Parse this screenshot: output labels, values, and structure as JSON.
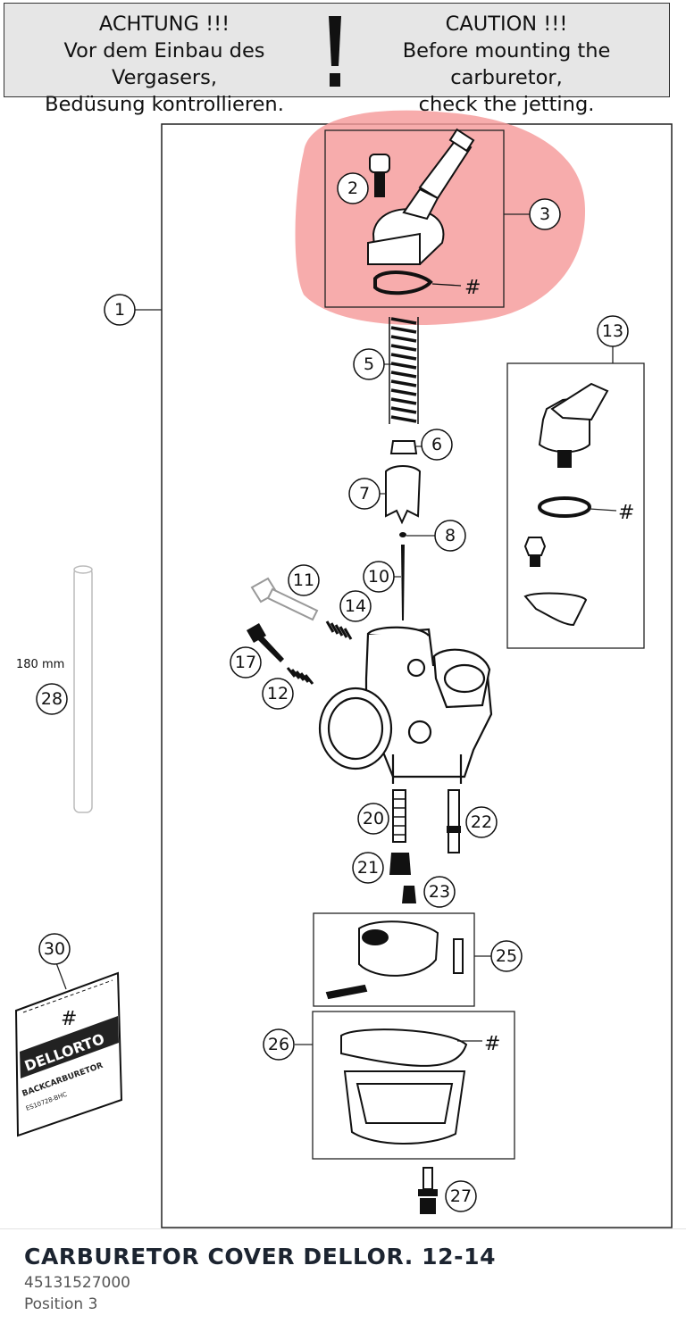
{
  "warning": {
    "de_lines": [
      "ACHTUNG !!!",
      "Vor dem Einbau des Vergasers,",
      "Bedüsung kontrollieren."
    ],
    "en_lines": [
      "CAUTION !!!",
      "Before mounting the carburetor,",
      "check the jetting."
    ]
  },
  "diagram": {
    "highlight_color": "#f59a9a",
    "callouts": [
      "1",
      "2",
      "3",
      "5",
      "6",
      "7",
      "8",
      "10",
      "11",
      "12",
      "13",
      "14",
      "17",
      "20",
      "21",
      "22",
      "23",
      "25",
      "26",
      "27",
      "28",
      "30"
    ],
    "hose_length_label": "180 mm",
    "kit_label": "#",
    "bag_text": {
      "brand": "DELLORTO",
      "line2": "BACKCARBURETOR",
      "line3": "ES10728-BHC"
    }
  },
  "part": {
    "title": "CARBURETOR COVER DELLOR. 12-14",
    "number": "45131527000",
    "position": "Position 3"
  }
}
